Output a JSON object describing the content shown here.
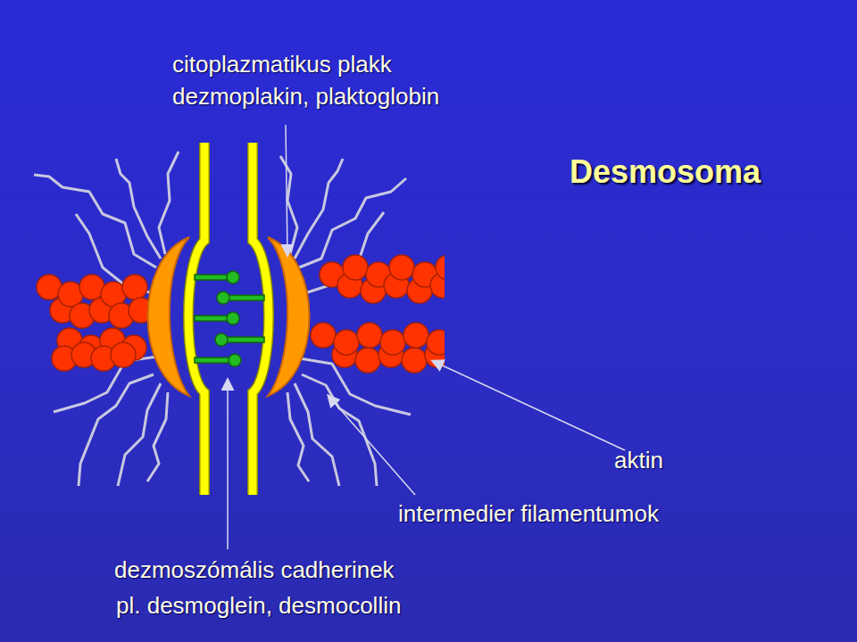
{
  "diagram": {
    "title": "Desmosoma",
    "labels": [
      "citoplazmatikus plakk",
      "dezmoplakin, plaktoglobin",
      "aktin",
      "intermedier filamentumok",
      "dezmoszómális cadherinek",
      "pl. desmoglein, desmocollin"
    ]
  }
}
